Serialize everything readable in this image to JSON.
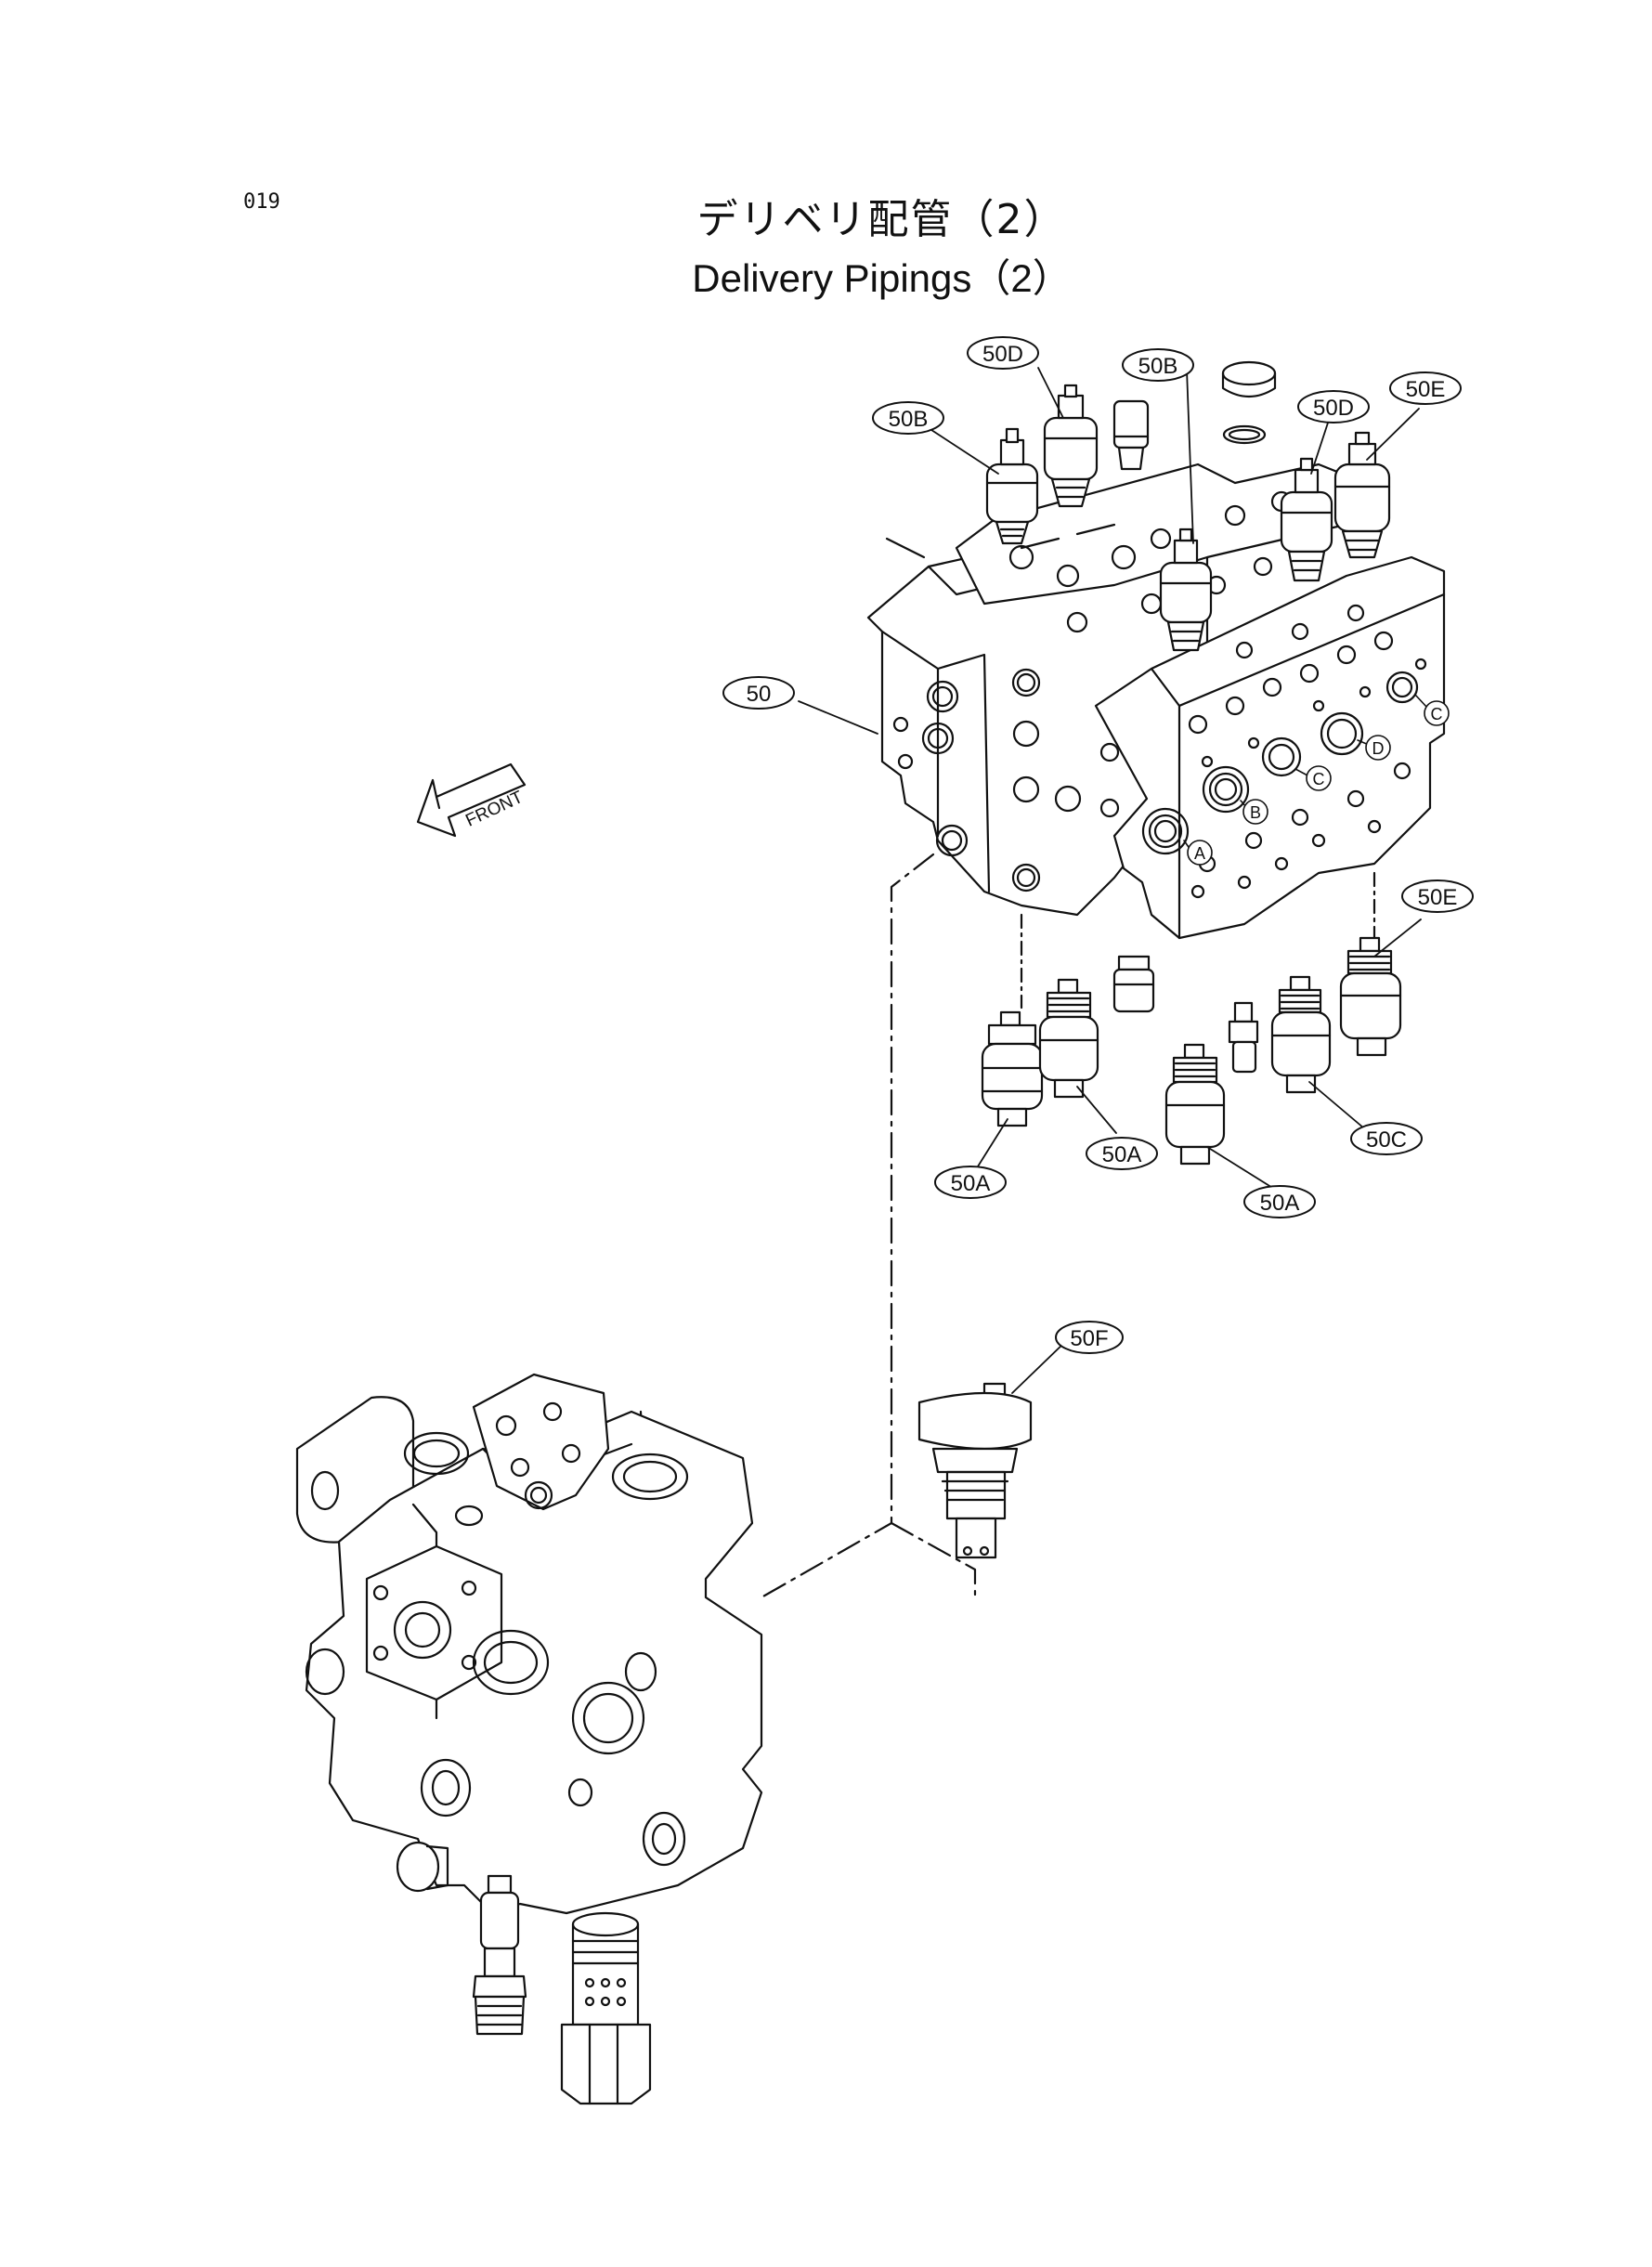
{
  "page": {
    "number": "019"
  },
  "title": {
    "japanese": "デリベリ配管（2）",
    "english": "Delivery  Pipings（2）"
  },
  "front_arrow": {
    "label": "FRONT"
  },
  "callouts": [
    {
      "id": "c1",
      "label": "50D"
    },
    {
      "id": "c2",
      "label": "50B"
    },
    {
      "id": "c3",
      "label": "50B"
    },
    {
      "id": "c4",
      "label": "50D"
    },
    {
      "id": "c5",
      "label": "50E"
    },
    {
      "id": "c6",
      "label": "50"
    },
    {
      "id": "c7",
      "label": "50E"
    },
    {
      "id": "c8",
      "label": "50A"
    },
    {
      "id": "c9",
      "label": "50A"
    },
    {
      "id": "c10",
      "label": "50A"
    },
    {
      "id": "c11",
      "label": "50C"
    },
    {
      "id": "c12",
      "label": "50F"
    }
  ],
  "port_labels": [
    {
      "id": "p1",
      "label": "A"
    },
    {
      "id": "p2",
      "label": "B"
    },
    {
      "id": "p3",
      "label": "C"
    },
    {
      "id": "p4",
      "label": "D"
    },
    {
      "id": "p5",
      "label": "C"
    }
  ]
}
